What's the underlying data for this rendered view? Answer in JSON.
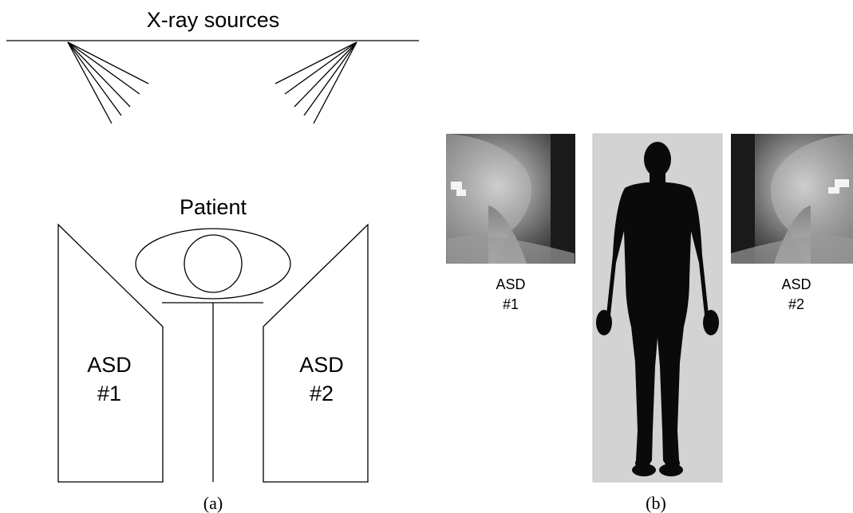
{
  "panel_a": {
    "sources_label": "X-ray sources",
    "patient_label": "Patient",
    "detector_1": {
      "name": "ASD",
      "number": "#1"
    },
    "detector_2": {
      "name": "ASD",
      "number": "#2"
    },
    "caption": "(a)"
  },
  "panel_b": {
    "detector_1": {
      "name": "ASD",
      "number": "#1"
    },
    "detector_2": {
      "name": "ASD",
      "number": "#2"
    },
    "caption": "(b)"
  },
  "colors": {
    "line": "#000000",
    "body_background": "#d3d3d3",
    "silhouette": "#0a0a0a"
  }
}
